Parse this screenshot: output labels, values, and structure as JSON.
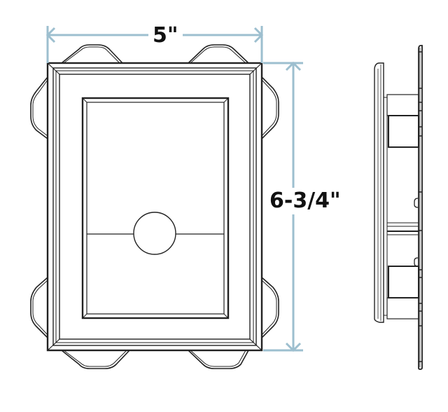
{
  "diagram": {
    "subject": "mounting block",
    "views": [
      "front-view",
      "side-view"
    ],
    "dimensions": {
      "width_label": "5\"",
      "height_label": "6-3/4\""
    },
    "colors": {
      "line": "#222222",
      "dimension": "#9dbfcf",
      "background": "#ffffff"
    }
  }
}
